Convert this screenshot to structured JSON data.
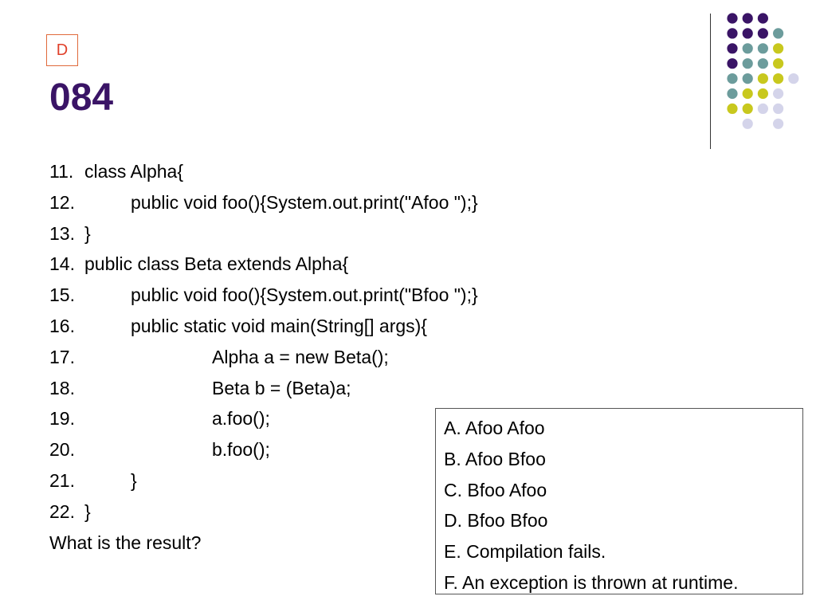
{
  "slide": {
    "answer": "D",
    "number": "084",
    "colors": {
      "title": "#3a1466",
      "badge_text": "#e0402a",
      "badge_border": "#e06a3c"
    }
  },
  "decoration": {
    "dot_colors": {
      "purple": "#3a1466",
      "teal": "#6c9c9c",
      "yellow": "#c8c81e",
      "lilac": "#d4d4ea"
    },
    "dot_grid": [
      [
        "purple",
        "purple",
        "purple",
        null,
        null
      ],
      [
        "purple",
        "purple",
        "purple",
        "teal",
        null
      ],
      [
        "purple",
        "teal",
        "teal",
        "yellow",
        null
      ],
      [
        "purple",
        "teal",
        "teal",
        "yellow",
        null
      ],
      [
        "teal",
        "teal",
        "yellow",
        "yellow",
        "lilac"
      ],
      [
        "teal",
        "yellow",
        "yellow",
        "lilac",
        null
      ],
      [
        "yellow",
        "yellow",
        "lilac",
        "lilac",
        null
      ],
      [
        null,
        "lilac",
        null,
        "lilac",
        null
      ]
    ]
  },
  "code": [
    {
      "ln": "11.",
      "indent": 0,
      "text": "class Alpha{"
    },
    {
      "ln": "12.",
      "indent": 1,
      "text": "public void foo(){System.out.print(\"Afoo \");}"
    },
    {
      "ln": "13.",
      "indent": 0,
      "text": "}"
    },
    {
      "ln": "14.",
      "indent": 0,
      "text": "public class Beta extends Alpha{"
    },
    {
      "ln": "15.",
      "indent": 1,
      "text": "public void foo(){System.out.print(\"Bfoo \");}"
    },
    {
      "ln": "16.",
      "indent": 1,
      "text": "public static void main(String[] args){"
    },
    {
      "ln": "17.",
      "indent": 2,
      "text": "Alpha a = new Beta();"
    },
    {
      "ln": "18.",
      "indent": 2,
      "text": "Beta b = (Beta)a;"
    },
    {
      "ln": "19.",
      "indent": 2,
      "text": "a.foo();"
    },
    {
      "ln": "20.",
      "indent": 2,
      "text": "b.foo();"
    },
    {
      "ln": "21.",
      "indent": 1,
      "text": "}"
    },
    {
      "ln": "22.",
      "indent": 0,
      "text": "}"
    }
  ],
  "question": "What is the result?",
  "options": [
    "A. Afoo Afoo",
    "B. Afoo Bfoo",
    "C. Bfoo Afoo",
    "D. Bfoo Bfoo",
    "E. Compilation fails.",
    "F. An exception is thrown at runtime."
  ]
}
